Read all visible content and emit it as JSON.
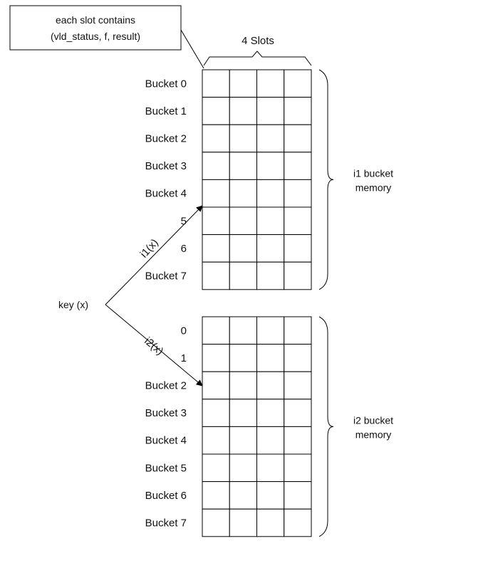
{
  "callout": {
    "line1": "each  slot  contains",
    "line2": "(vld_status, f, result)"
  },
  "slots_label": "4 Slots",
  "slot_count": 4,
  "key_label": "key (x)",
  "arrow_i1_label": "i1(x)",
  "arrow_i2_label": "i2(x)",
  "memories": [
    {
      "name": "i1",
      "caption_line1": "i1 bucket",
      "caption_line2": "memory",
      "target_bucket_index": 4,
      "bucket_labels": [
        "Bucket  0",
        "Bucket  1",
        "Bucket  2",
        "Bucket  3",
        "Bucket  4",
        "5",
        "6",
        "Bucket  7"
      ]
    },
    {
      "name": "i2",
      "caption_line1": "i2 bucket",
      "caption_line2": "memory",
      "target_bucket_index": 2,
      "bucket_labels": [
        "0",
        "1",
        "Bucket  2",
        "Bucket  3",
        "Bucket  4",
        "Bucket  5",
        "Bucket  6",
        "Bucket  7"
      ]
    }
  ]
}
